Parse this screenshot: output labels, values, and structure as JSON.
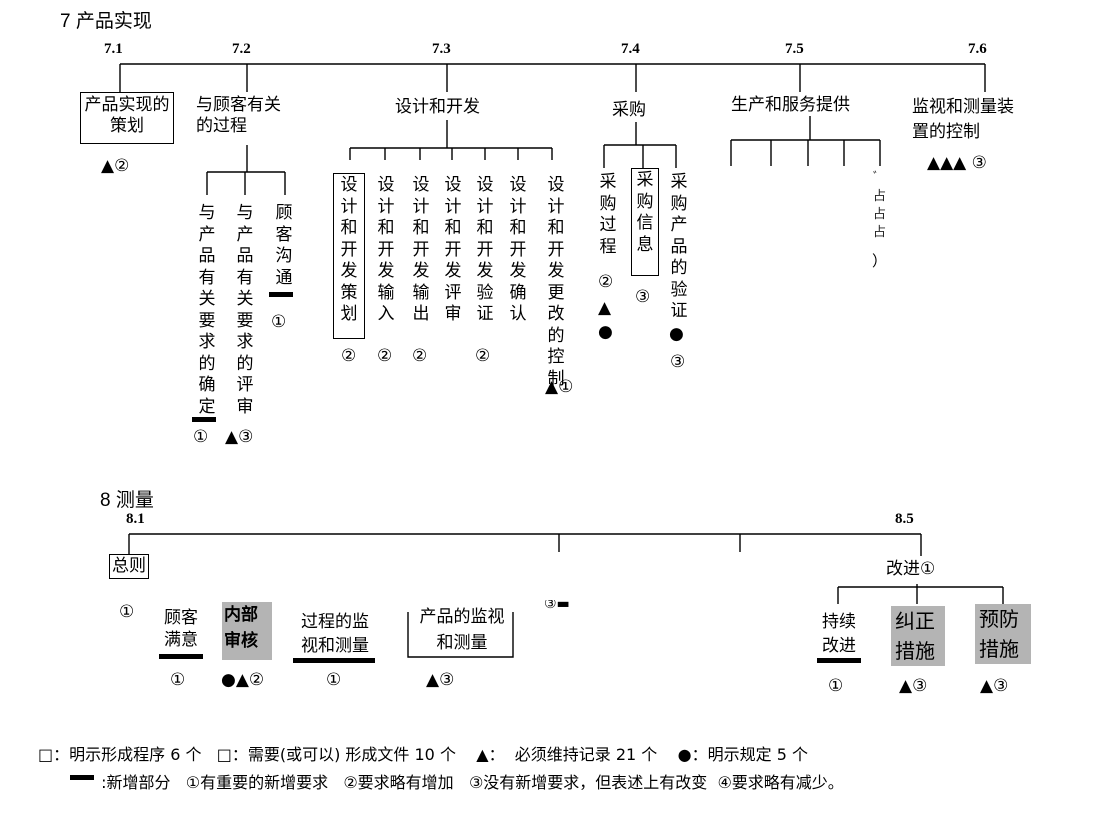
{
  "section7": {
    "title": "7 产品实现",
    "subs": [
      {
        "num": "7.1",
        "label": "产品实现的策划",
        "marks": "▲②"
      },
      {
        "num": "7.2",
        "label": "与顾客有关的过程"
      },
      {
        "num": "7.3",
        "label": "设计和开发"
      },
      {
        "num": "7.4",
        "label": "采购"
      },
      {
        "num": "7.5",
        "label": "生产和服务提供"
      },
      {
        "num": "7.6",
        "label": "监视和测量装置的控制",
        "marks": "▲▲▲  ③"
      }
    ],
    "s72_children": [
      {
        "label": "与产品有关要求的确定",
        "marks": "①"
      },
      {
        "label": "与产品有关要求的评审",
        "marks": "▲③"
      },
      {
        "label": "顾客沟通",
        "marks": "①"
      }
    ],
    "s73_children": [
      {
        "label": "设计和开发策划",
        "marks": "②"
      },
      {
        "label": "设计和开发输入",
        "marks": "②"
      },
      {
        "label": "设计和开发输出",
        "marks": "②"
      },
      {
        "label": "设计和开发评审",
        "marks": ""
      },
      {
        "label": "设计和开发验证",
        "marks": "②"
      },
      {
        "label": "设计和开发确认",
        "marks": ""
      },
      {
        "label": "设计和开发更改的控制",
        "marks": "▲①"
      }
    ],
    "s74_children": [
      {
        "label": "采购过程",
        "marks": "②",
        "marks2": "▲",
        "marks3": "●"
      },
      {
        "label": "采购信息",
        "marks": "③"
      },
      {
        "label": "采购产品的验证",
        "marks": "●",
        "marks2": "③"
      }
    ],
    "s75_fragment": "ﾞ占占占",
    "s75_fragment2": "）"
  },
  "section8": {
    "title": "8 测量",
    "num_left": "8.1",
    "num_right": "8.5",
    "general": "总则",
    "general_mark": "①",
    "items": [
      {
        "label": "顾客满意",
        "marks": "①"
      },
      {
        "label": "内部审核",
        "marks": "●▲②"
      },
      {
        "label": "过程的监视和测量",
        "marks": "①"
      },
      {
        "label": "产品的监视和测量",
        "marks": "▲③"
      }
    ],
    "fragment": "③▬",
    "improve": "改进①",
    "improve_items": [
      {
        "label": "持续改进",
        "marks": "①"
      },
      {
        "label": "纠正措施",
        "marks": "▲③"
      },
      {
        "label": "预防措施",
        "marks": "▲③"
      }
    ]
  },
  "legend": {
    "line1": "□：明示形成程序 6 个   □：需要(或可以) 形成文件 10 个    ▲：  必须维持记录 21 个    ●：明示规定 5 个",
    "line2": " :新增部分   ①有重要的新增要求   ②要求略有增加   ③没有新增要求，但表述上有改变  ④要求略有减少。"
  }
}
